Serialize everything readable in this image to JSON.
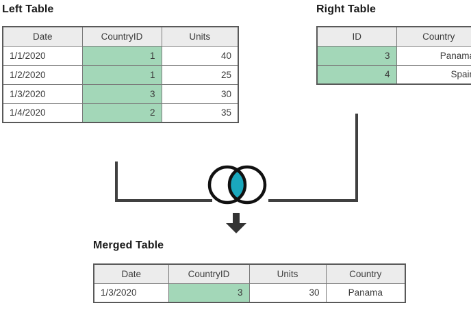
{
  "diagram": {
    "type": "inner-join-merge",
    "join_icon": {
      "name": "venn-inner-join-icon",
      "circle_stroke": "#111111",
      "intersection_fill": "#1aa8bd",
      "description": "Two overlapping circles with shaded intersection"
    },
    "connector_color": "#404040",
    "arrow_color": "#333333",
    "key_highlight_color": "#a3d7b8",
    "header_background": "#ececec",
    "border_color": "#595959"
  },
  "left_table": {
    "title": "Left Table",
    "columns": [
      "Date",
      "CountryID",
      "Units"
    ],
    "rows": [
      {
        "date": "1/1/2020",
        "country_id": "1",
        "units": "40"
      },
      {
        "date": "1/2/2020",
        "country_id": "1",
        "units": "25"
      },
      {
        "date": "1/3/2020",
        "country_id": "3",
        "units": "30"
      },
      {
        "date": "1/4/2020",
        "country_id": "2",
        "units": "35"
      }
    ]
  },
  "right_table": {
    "title": "Right Table",
    "columns": [
      "ID",
      "Country"
    ],
    "rows": [
      {
        "id": "3",
        "country": "Panama"
      },
      {
        "id": "4",
        "country": "Spain"
      }
    ]
  },
  "merged_table": {
    "title": "Merged Table",
    "columns": [
      "Date",
      "CountryID",
      "Units",
      "Country"
    ],
    "rows": [
      {
        "date": "1/3/2020",
        "country_id": "3",
        "units": "30",
        "country": "Panama"
      }
    ]
  }
}
